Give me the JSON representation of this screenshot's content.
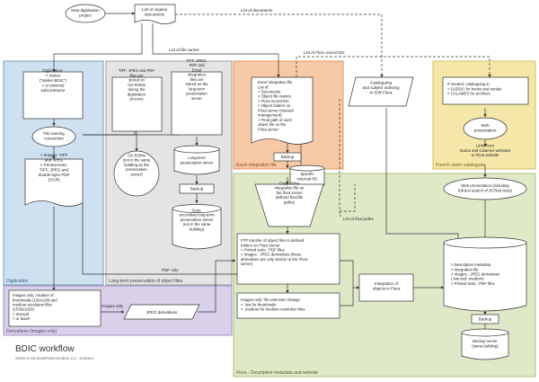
{
  "regions": {
    "digitization": "Digitization",
    "long_term": "Long-term preservation of object files",
    "excel": "Excel integration file",
    "french": "French union catalogues",
    "derivatives": "Derivatives (images only)",
    "flora": "Flora - Descriptive metadata and website"
  },
  "arrow_labels": {
    "list_of_documents": "List of documents",
    "list_of_file_names": "List of file names",
    "list_of_flora_ids": "List of Flora record IDs",
    "list_of_final_paths": "List of final paths",
    "pdf_only": "PDF only",
    "images_only": "Images only"
  },
  "nodes": {
    "new_project": [
      "New digitization",
      "project"
    ],
    "list_original": [
      "List of original",
      "documents"
    ],
    "digitization_dest": [
      "Digitization:",
      "> indoor",
      "(\"atelier BDIC\")",
      "> or external",
      "subcontractor"
    ],
    "file_naming": [
      "File naming",
      "convention"
    ],
    "images_tiff": [
      "> Images: TIFF",
      "and JPEG",
      "> Printed texts:",
      "TIFF, JPEG and",
      "double layer PDF",
      "(OCR)"
    ],
    "cdrom_text": [
      "TIFF, JPEG and PDF",
      "files are",
      "stored on",
      "CD-ROMs",
      "during the",
      "digitization",
      "process"
    ],
    "cdrom_circle": [
      "CD-ROMs",
      "(not in the same",
      "building as the",
      "preservation",
      "server)"
    ],
    "lt_server_text": [
      "TIFF, JPEG,",
      "PDF and",
      "Excel",
      "integration",
      "files are",
      "stored on the",
      "long-term",
      "preservation",
      "server"
    ],
    "lt_server": [
      "Long-term",
      "preservation server"
    ],
    "backup_lt": [
      "Backup"
    ],
    "soon": [
      "Soon,",
      "secondary long-term",
      "preservation server",
      "(not in the same",
      "building)"
    ],
    "excel_list": [
      "Excel integration file",
      "List of:",
      "> Documents",
      "> Object file names",
      "> Flora record IDs",
      "> Object folders on",
      "Flora server (manual",
      "management)",
      "> Final path of each",
      "object file on the",
      "Flora server"
    ],
    "backup_excel": [
      "Backup"
    ],
    "specific_hd": [
      "Specific",
      "external HD"
    ],
    "cataloguing_flora": [
      "Cataloguing",
      "and subject indexing",
      "in S/W Flora"
    ],
    "sudoc": [
      "If needed, cataloguing in",
      "> SUDOC for books and serials",
      "> CALAMES for archives"
    ],
    "web_presentation": [
      "Web",
      "presentation"
    ],
    "links": [
      "Links from",
      "Sudoc and Calames websites",
      "to Flora website"
    ],
    "copy_integration": [
      "Copy of the",
      "integration file on",
      "the flora server",
      "(without final file",
      "paths)"
    ],
    "ftp": [
      "FTP transfer of object files to defined",
      "folders on Flora Server",
      "> Printed texts : PDF files",
      "> Images : JPEG derivatives (these",
      "derivatives are only stored on the Flora",
      "server)"
    ],
    "images_ext": [
      "Images only: file extension change",
      "> .low for thumbnails",
      "> .medium for medium resolution files"
    ],
    "integration_flora": [
      "Integration of",
      "objects in Flora"
    ],
    "web_fulltext": [
      "Web presentation (including",
      "full-text search of OCRed texts)"
    ],
    "flora_server": [
      "> Descriptive metadata",
      "> Integration file",
      "> Images : JPEG derivatives",
      "(.low and .medium)",
      "> Printed texts : PDF files"
    ],
    "backup_flora": [
      "Backup"
    ],
    "backup_server": [
      "Backup server",
      "(same building)"
    ],
    "thumbnails": [
      "Images only: creation of",
      "thumbnails (100x128) and",
      "medium resolution files",
      "(1536x1024)",
      "> manual",
      "> or batch"
    ],
    "jpeg_deriv": [
      "JPEG derivatives"
    ]
  },
  "footer": {
    "title": "BDIC workflow",
    "subtitle": "WORK FLOW NUMERISATION BDIC v1.2 - 20150819"
  },
  "colors": {
    "digitization": "#cfe0f0",
    "digitization_border": "#5b87b5",
    "long_term": "#e4e4e4",
    "long_term_border": "#8a8a8a",
    "excel": "#f8c9a6",
    "excel_border": "#d9864a",
    "french": "#f4e7a8",
    "french_border": "#c9b14c",
    "derivatives": "#d9d0ea",
    "derivatives_border": "#8e7fb3",
    "flora": "#dfe9c8",
    "flora_border": "#9bb26a",
    "node_fill": "#ffffff",
    "line": "#333333"
  }
}
